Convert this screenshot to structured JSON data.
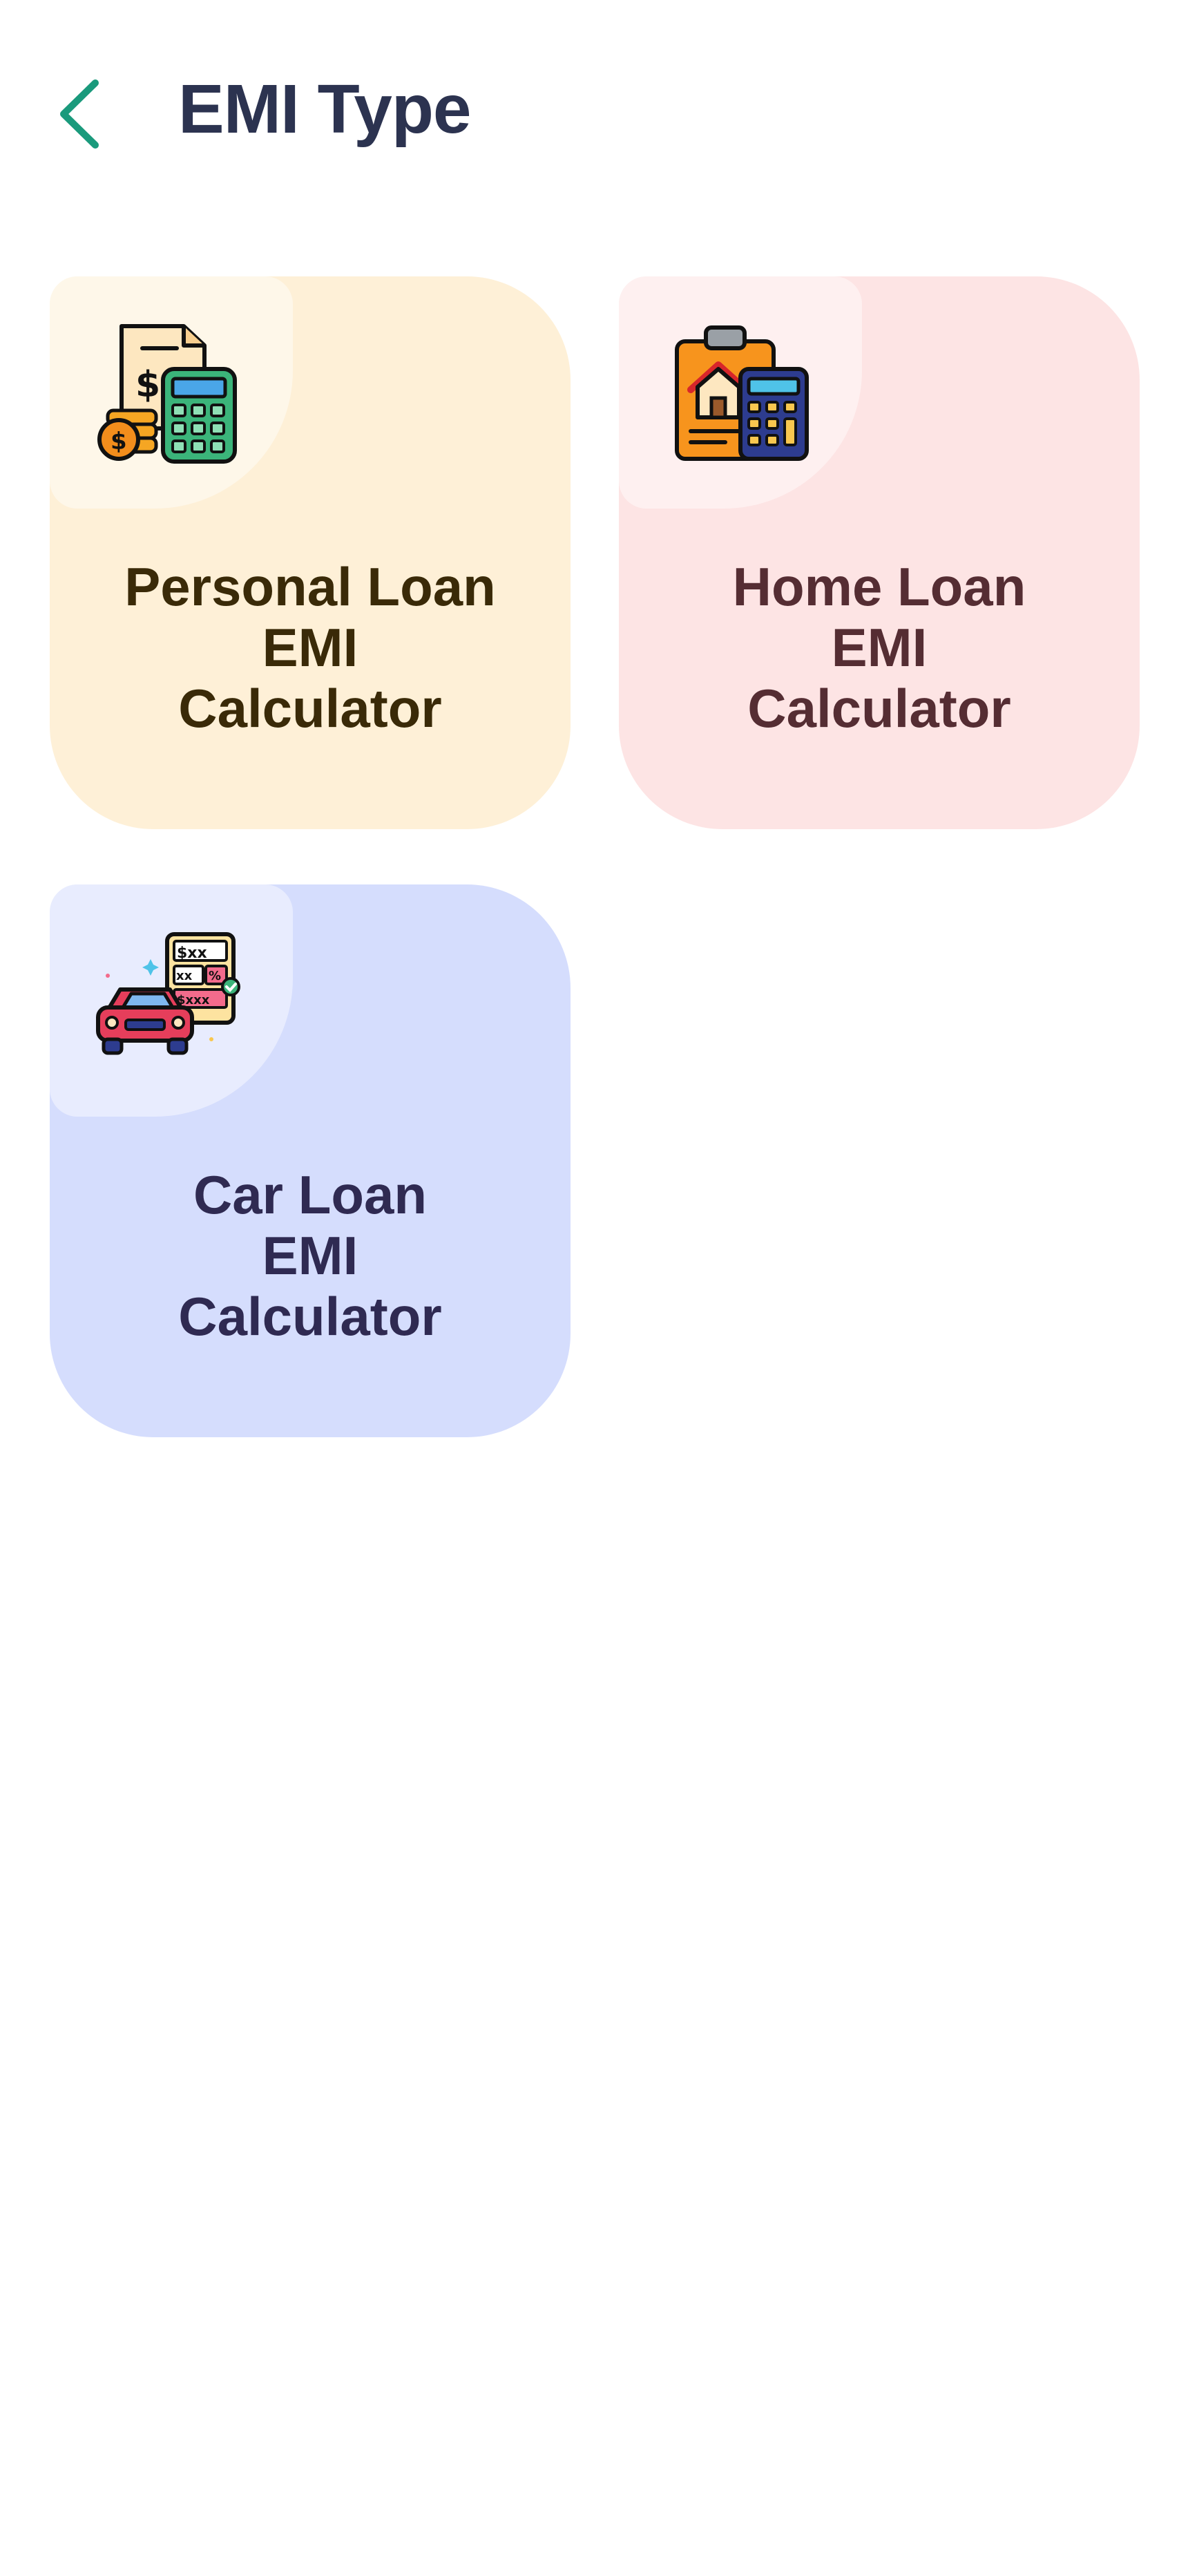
{
  "header": {
    "title": "EMI Type",
    "back_icon": "chevron-left-icon"
  },
  "cards": [
    {
      "line1": "Personal Loan",
      "line2": "EMI",
      "line3": "Calculator",
      "icon": "personal-loan-calculator-icon",
      "bg": "#fef0d7"
    },
    {
      "line1": "Home Loan",
      "line2": "EMI",
      "line3": "Calculator",
      "icon": "home-loan-calculator-icon",
      "bg": "#fde4e4"
    },
    {
      "line1": "Car Loan",
      "line2": "EMI",
      "line3": "Calculator",
      "icon": "car-loan-calculator-icon",
      "bg": "#d5ddfd"
    }
  ],
  "colors": {
    "accent": "#1a9a7c",
    "title": "#2c3350"
  }
}
